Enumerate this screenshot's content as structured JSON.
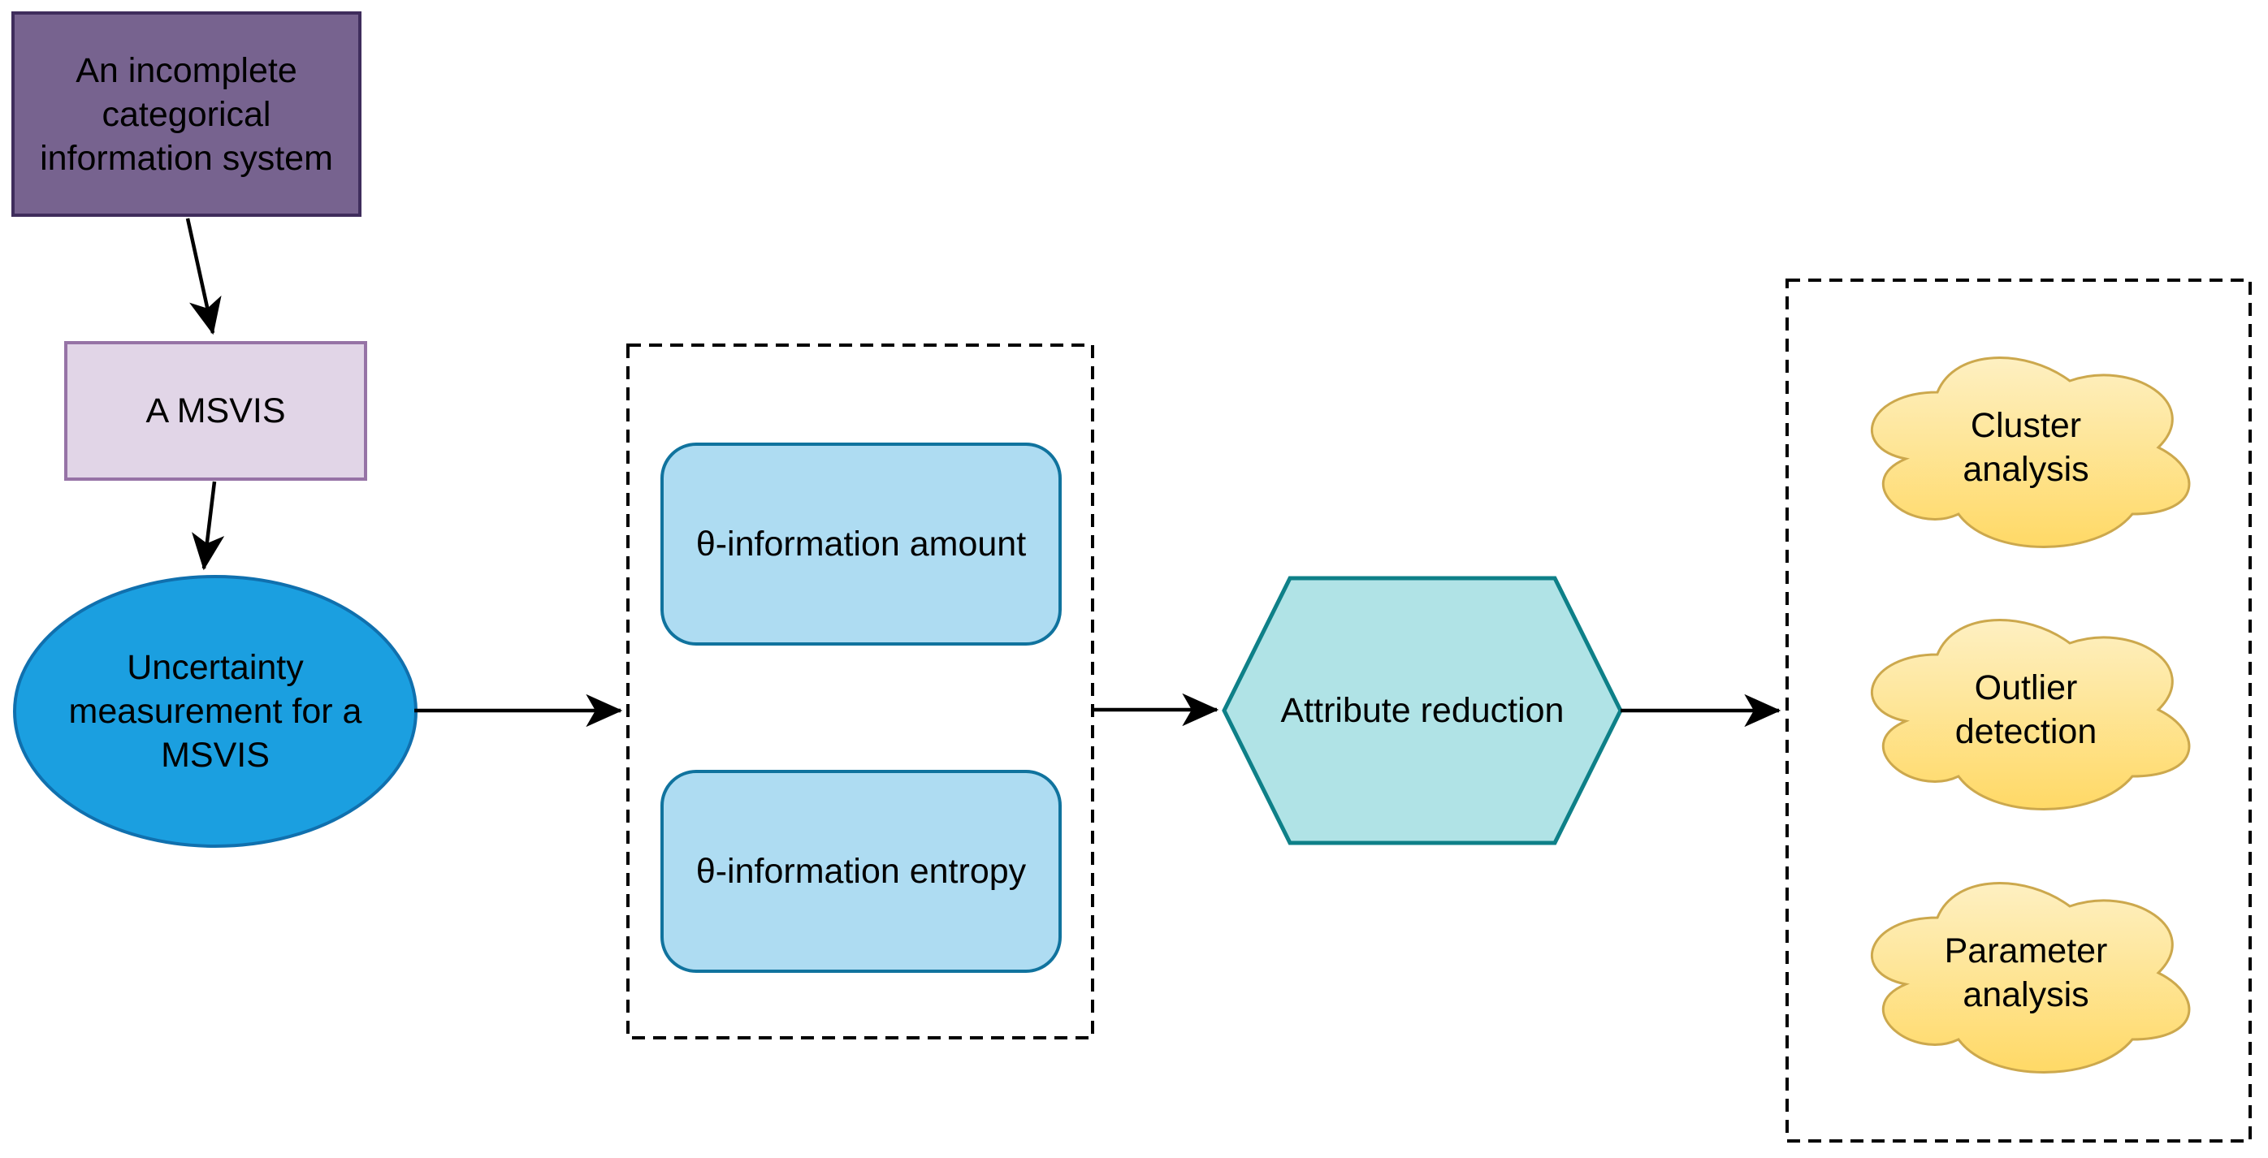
{
  "diagram": {
    "background": "#ffffff",
    "text_color": "#000000",
    "arrow_color": "#000000",
    "nodes": {
      "incomplete_system": {
        "shape": "rectangle",
        "label": "An incomplete\ncategorical\ninformation system",
        "fill": "#77638f",
        "stroke": "#3f2d5c"
      },
      "msvis": {
        "shape": "rectangle",
        "label": "A MSVIS",
        "fill": "#e1d5e7",
        "stroke": "#9673a6"
      },
      "uncertainty_measurement": {
        "shape": "ellipse",
        "label": "Uncertainty\nmeasurement for a\nMSVIS",
        "fill": "#1b9fe0",
        "stroke": "#1070ae"
      },
      "info_amount": {
        "shape": "rounded-rectangle",
        "label": "θ-information amount",
        "fill": "#aedcf2",
        "stroke": "#10739e"
      },
      "info_entropy": {
        "shape": "rounded-rectangle",
        "label": "θ-information entropy",
        "fill": "#aedcf2",
        "stroke": "#10739e"
      },
      "attribute_reduction": {
        "shape": "hexagon",
        "label": "Attribute reduction",
        "fill": "#b0e3e6",
        "stroke": "#0e8088"
      },
      "cluster_analysis": {
        "shape": "cloud",
        "label": "Cluster\nanalysis"
      },
      "outlier_detection": {
        "shape": "cloud",
        "label": "Outlier\ndetection"
      },
      "parameter_analysis": {
        "shape": "cloud",
        "label": "Parameter\nanalysis"
      }
    },
    "groups": {
      "measures_box": {
        "stroke": "#000000",
        "style": "dashed"
      },
      "applications_box": {
        "stroke": "#000000",
        "style": "dashed"
      }
    },
    "cloud_style": {
      "gradient_top": "#fef0c2",
      "gradient_bottom": "#ffd966",
      "stroke": "#cca84d"
    }
  }
}
